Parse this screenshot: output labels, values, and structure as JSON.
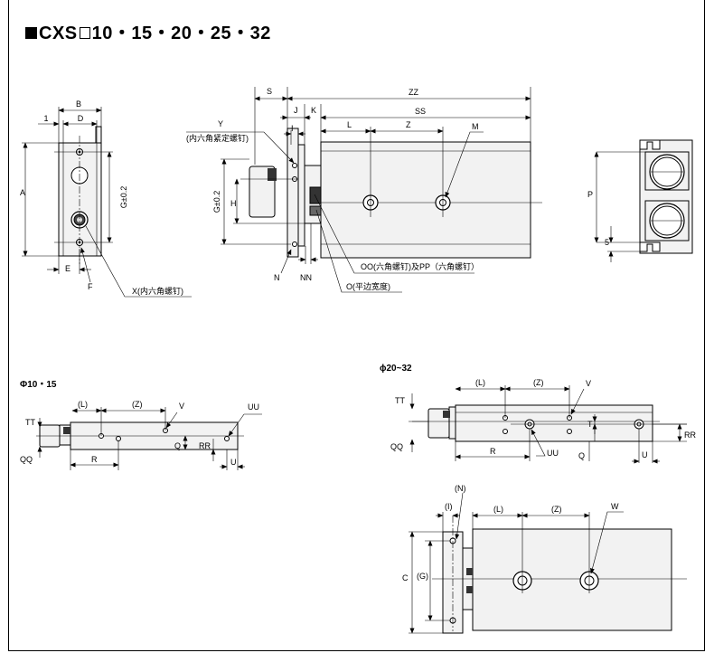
{
  "title": {
    "series_prefix": "CXS",
    "sizes": "10・15・20・25・32"
  },
  "sections": {
    "small_bore": "Φ10・15",
    "large_bore": "ϕ20~32"
  },
  "labels": {
    "B": "B",
    "one": "1",
    "D": "D",
    "A": "A",
    "G02": "G±0.2",
    "E": "E",
    "F": "F",
    "X": "X(内六角螺钉)",
    "S": "S",
    "ZZ": "ZZ",
    "J": "J",
    "K": "K",
    "I": "I",
    "SS": "SS",
    "L": "L",
    "Z": "Z",
    "M": "M",
    "Y": "Y",
    "Y_note": "(内六角紧定螺钉)",
    "H": "H",
    "N": "N",
    "NN": "NN",
    "OO_PP": "OO(六角螺钉)及PP（六角螺钉）",
    "O": "O(平边宽度)",
    "P": "P",
    "five": "5",
    "TT": "TT",
    "QQ": "QQ",
    "Lp": "(L)",
    "Zp": "(Z)",
    "V": "V",
    "UU": "UU",
    "Q": "Q",
    "RR": "RR",
    "U": "U",
    "R": "R",
    "T": "T",
    "Np": "(N)",
    "Ip": "(I)",
    "W": "W",
    "C": "C",
    "Gp": "(G)"
  }
}
